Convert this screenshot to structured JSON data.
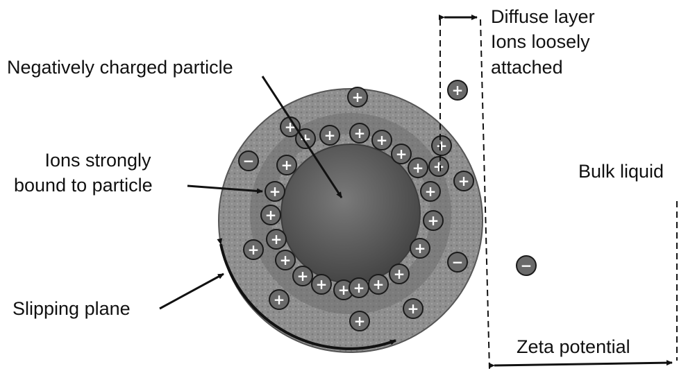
{
  "labels": {
    "diffuse_layer": "Diffuse layer",
    "ions_loosely": "Ions loosely",
    "attached": "attached",
    "negative_particle": "Negatively charged particle",
    "ions_strongly": "Ions strongly",
    "bound_to_particle": "bound to particle",
    "bulk_liquid": "Bulk liquid",
    "slipping_plane": "Slipping plane",
    "zeta_potential": "Zeta potential"
  },
  "symbols": {
    "plus": "+",
    "minus": "−"
  },
  "colors": {
    "outer_layer": "#8f8f8f",
    "core": "#5e5e5e",
    "ion_fill": "#6a6a6a",
    "ink": "#111111"
  }
}
